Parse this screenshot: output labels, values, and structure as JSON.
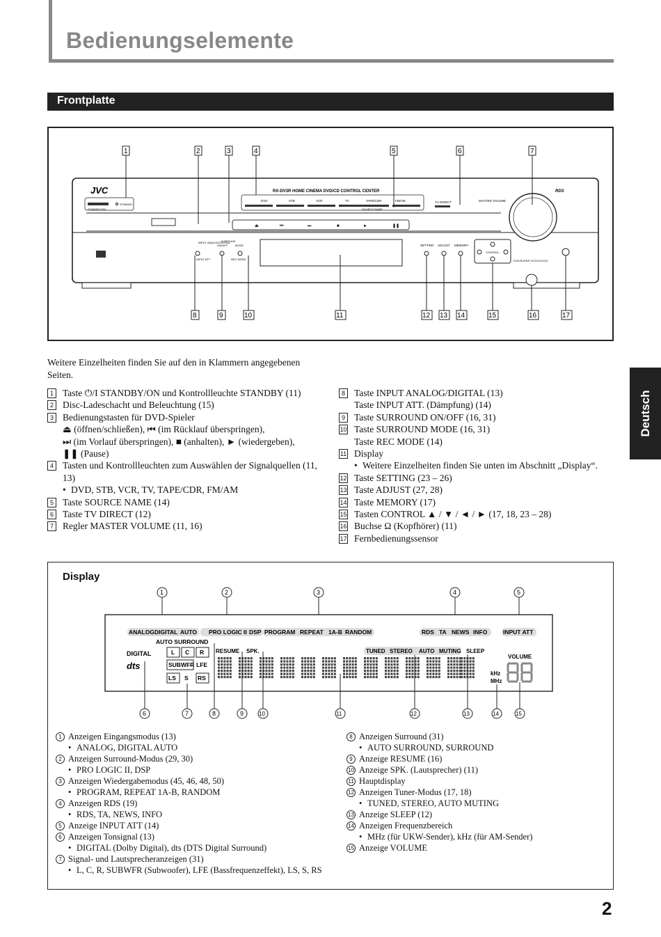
{
  "page": {
    "title": "Bedienungselemente",
    "section": "Frontplatte",
    "language_tab": "Deutsch",
    "page_number": "2"
  },
  "front_panel": {
    "brand": "JVC",
    "model_text": "RX-DV3R  HOME CINEMA DVD/CD CONTROL CENTER",
    "rds_logo": "RDS",
    "standby_label": "STANDBY/ON",
    "standby_lamp": "STANDBY",
    "source_buttons": [
      "DVD",
      "STB",
      "VCR",
      "TV",
      "TAPE/CDR",
      "FM/AM"
    ],
    "source_name": "SOURCE NAME",
    "tv_direct": "TV DIRECT",
    "master_volume": "MASTER VOLUME",
    "input_label": "INPUT\nANALOG/DIGITAL",
    "surround_on_off": "ON/OFF",
    "surround_mode": "MODE",
    "surround_label": "SURROUND",
    "input_att": "INPUT ATT.",
    "rec_mode": "REC MODE",
    "setting": "SETTING",
    "adjust": "ADJUST",
    "memory": "MEMORY",
    "control": "CONTROL",
    "disc_formats": "DVD/SUPER VCD/VCD/CD",
    "callouts_top": [
      "1",
      "2",
      "3",
      "4",
      "5",
      "6",
      "7"
    ],
    "callouts_bottom": [
      "8",
      "9",
      "10",
      "11",
      "12",
      "13",
      "14",
      "15",
      "16",
      "17"
    ]
  },
  "intro_text": "Weitere Einzelheiten finden Sie auf den in Klammern angegebenen Seiten.",
  "controls_left": [
    {
      "num": "1",
      "lines": [
        "Taste ⏻/I STANDBY/ON und Kontrollleuchte STANDBY (11)"
      ]
    },
    {
      "num": "2",
      "lines": [
        "Disc-Ladeschacht und Beleuchtung (15)"
      ]
    },
    {
      "num": "3",
      "lines": [
        "Bedienungstasten für DVD-Spieler",
        "⏏ (öffnen/schließen), ⏮ (im Rücklauf überspringen),",
        "⏭ (im Vorlauf überspringen), ■ (anhalten), ► (wiedergeben),",
        "❚❚ (Pause)"
      ]
    },
    {
      "num": "4",
      "lines": [
        "Tasten und Kontrollleuchten zum Auswählen der Signalquellen (11, 13)"
      ],
      "bullet": "DVD, STB, VCR, TV, TAPE/CDR, FM/AM"
    },
    {
      "num": "5",
      "lines": [
        "Taste SOURCE NAME (14)"
      ]
    },
    {
      "num": "6",
      "lines": [
        "Taste TV DIRECT (12)"
      ]
    },
    {
      "num": "7",
      "lines": [
        "Regler MASTER VOLUME (11, 16)"
      ]
    }
  ],
  "controls_right": [
    {
      "num": "8",
      "lines": [
        "Taste INPUT ANALOG/DIGITAL (13)",
        "Taste INPUT ATT. (Dämpfung) (14)"
      ]
    },
    {
      "num": "9",
      "lines": [
        "Taste SURROUND ON/OFF (16, 31)"
      ]
    },
    {
      "num": "10",
      "lines": [
        "Taste SURROUND MODE (16, 31)",
        "Taste REC MODE (14)"
      ]
    },
    {
      "num": "11",
      "lines": [
        "Display"
      ],
      "bullet": "Weitere Einzelheiten finden Sie unten im Abschnitt „Display“."
    },
    {
      "num": "12",
      "lines": [
        "Taste SETTING (23 – 26)"
      ]
    },
    {
      "num": "13",
      "lines": [
        "Taste ADJUST (27, 28)"
      ]
    },
    {
      "num": "14",
      "lines": [
        "Taste MEMORY (17)"
      ]
    },
    {
      "num": "15",
      "lines": [
        "Tasten CONTROL ▲ / ▼ / ◄ / ►  (17, 18, 23 – 28)"
      ]
    },
    {
      "num": "16",
      "lines": [
        "Buchse Ω (Kopfhörer) (11)"
      ]
    },
    {
      "num": "17",
      "lines": [
        "Fernbedienungssensor"
      ]
    }
  ],
  "display": {
    "heading": "Display",
    "callouts_top": [
      "1",
      "2",
      "3",
      "4",
      "5"
    ],
    "callouts_bottom": [
      "6",
      "7",
      "8",
      "9",
      "10",
      "11",
      "12",
      "13",
      "14",
      "15"
    ],
    "row1": [
      "ANALOG",
      "DIGITAL",
      "AUTO",
      "PRO LOGIC II",
      "DSP",
      "PROGRAM",
      "REPEAT",
      "1A-B",
      "RANDOM",
      "RDS",
      "TA",
      "NEWS",
      "INFO",
      "INPUT ATT"
    ],
    "auto_surround": "AUTO SURROUND",
    "speakers": [
      "L",
      "C",
      "R",
      "SUBWFR",
      "LFE",
      "LS",
      "S",
      "RS"
    ],
    "dolby_digital": "DIGITAL",
    "dts": "dts",
    "resume": "RESUME",
    "spk": "SPK.",
    "tuner": [
      "TUNED",
      "STEREO",
      "AUTO",
      "MUTING"
    ],
    "sleep": "SLEEP",
    "volume": "VOLUME",
    "khz": "kHz",
    "mhz": "MHz"
  },
  "display_left": [
    {
      "num": "1",
      "lines": [
        "Anzeigen Eingangsmodus (13)"
      ],
      "bullet": "ANALOG, DIGITAL AUTO"
    },
    {
      "num": "2",
      "lines": [
        "Anzeigen Surround-Modus (29, 30)"
      ],
      "bullet": "PRO LOGIC II, DSP"
    },
    {
      "num": "3",
      "lines": [
        "Anzeigen Wiedergabemodus (45, 46, 48, 50)"
      ],
      "bullet": "PROGRAM, REPEAT 1A-B, RANDOM"
    },
    {
      "num": "4",
      "lines": [
        "Anzeigen RDS (19)"
      ],
      "bullet": "RDS, TA, NEWS, INFO"
    },
    {
      "num": "5",
      "lines": [
        "Anzeige INPUT ATT (14)"
      ]
    },
    {
      "num": "6",
      "lines": [
        "Anzeigen Tonsignal (13)"
      ],
      "bullet": "DIGITAL (Dolby Digital), dts (DTS Digital Surround)"
    },
    {
      "num": "7",
      "lines": [
        "Signal- und Lautsprecheranzeigen (31)"
      ],
      "bullet": "L, C, R, SUBWFR (Subwoofer), LFE (Bassfrequenzeffekt), LS, S, RS"
    }
  ],
  "display_right": [
    {
      "num": "8",
      "lines": [
        "Anzeigen Surround (31)"
      ],
      "bullet": "AUTO SURROUND, SURROUND"
    },
    {
      "num": "9",
      "lines": [
        "Anzeige RESUME (16)"
      ]
    },
    {
      "num": "10",
      "lines": [
        "Anzeige SPK. (Lautsprecher) (11)"
      ]
    },
    {
      "num": "11",
      "lines": [
        "Hauptdisplay"
      ]
    },
    {
      "num": "12",
      "lines": [
        "Anzeigen Tuner-Modus (17, 18)"
      ],
      "bullet": "TUNED, STEREO, AUTO MUTING"
    },
    {
      "num": "13",
      "lines": [
        "Anzeige SLEEP (12)"
      ]
    },
    {
      "num": "14",
      "lines": [
        "Anzeigen Frequenzbereich"
      ],
      "bullet": "MHz (für UKW-Sender), kHz (für AM-Sender)"
    },
    {
      "num": "15",
      "lines": [
        "Anzeige VOLUME"
      ]
    }
  ]
}
